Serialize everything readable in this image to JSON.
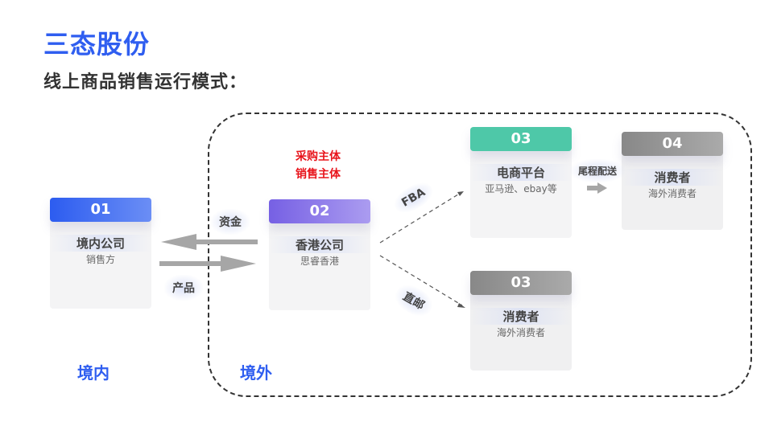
{
  "header": {
    "company": "三态股份",
    "subtitle": "线上商品销售运行模式："
  },
  "regions": {
    "domestic": "境内",
    "overseas": "境外"
  },
  "entity_note": [
    "采购主体",
    "销售主体"
  ],
  "flows": {
    "money": "资金",
    "product": "产品",
    "fba": "FBA",
    "direct": "直邮",
    "last_mile": "尾程配送"
  },
  "nodes": [
    {
      "num": "01",
      "title": "境内公司",
      "sub": "销售方",
      "color": "#3b66f2"
    },
    {
      "num": "02",
      "title": "香港公司",
      "sub": "思睿香港",
      "color": "#7d6ae8"
    },
    {
      "num": "03",
      "title": "电商平台",
      "sub": "亚马逊、ebay等",
      "color": "#4ec8a8"
    },
    {
      "num": "03",
      "title": "消费者",
      "sub": "海外消费者",
      "color": "#8f8f8f"
    },
    {
      "num": "04",
      "title": "消费者",
      "sub": "海外消费者",
      "color": "#8f8f8f"
    }
  ]
}
